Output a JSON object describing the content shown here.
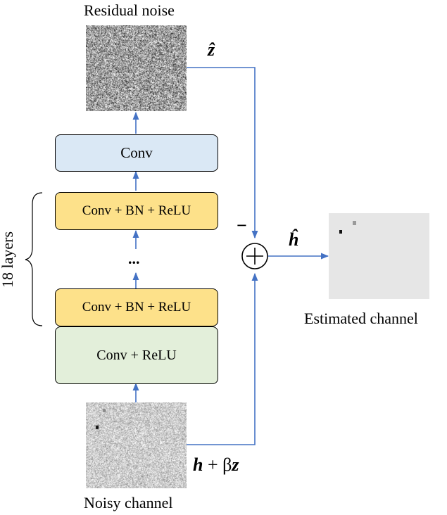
{
  "captions": {
    "residual_noise": "Residual noise",
    "noisy_channel": "Noisy channel",
    "estimated_channel": "Estimated channel",
    "layers": "18 layers"
  },
  "blocks": {
    "conv": "Conv",
    "conv_bn_relu_top": "Conv + BN + ReLU",
    "ellipsis": "...",
    "conv_bn_relu_bottom": "Conv + BN + ReLU",
    "conv_relu": "Conv + ReLU"
  },
  "math": {
    "z_hat": "ẑ",
    "h_hat": "ĥ",
    "input_h": "h",
    "input_plus": " + β",
    "input_z": "z",
    "minus": "−",
    "plus": "+"
  },
  "colors": {
    "arrow": "#4472c4",
    "conv_fill": "#dae8f5",
    "bn_fill": "#fde18a",
    "relu_fill": "#e3efda",
    "estimated_bg": "#e6e6e6"
  }
}
